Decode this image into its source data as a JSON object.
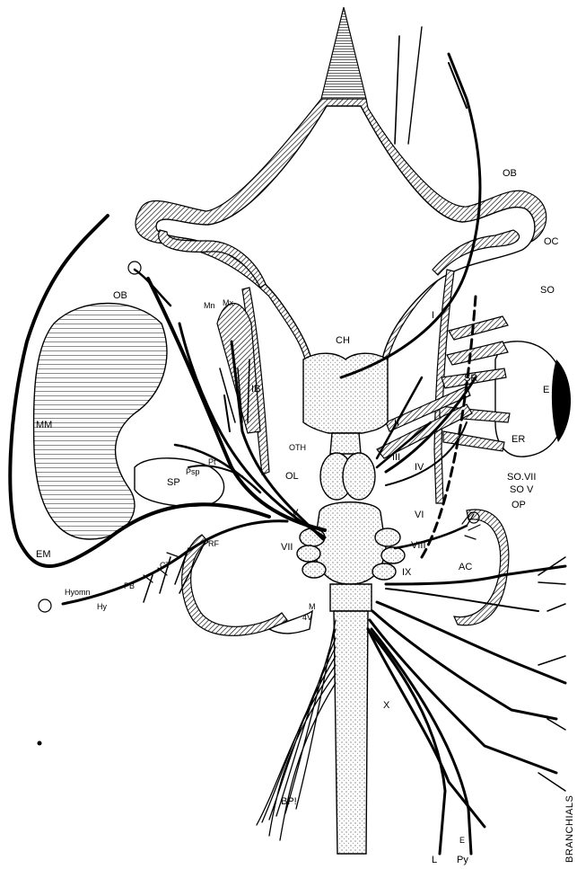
{
  "figure": {
    "labels": {
      "ob_top": "OB",
      "oc": "OC",
      "so": "SO",
      "ch": "CH",
      "e": "E",
      "er": "ER",
      "sr": "SR",
      "i": "I",
      "ii": "II",
      "iii": "III",
      "iv": "IV",
      "vi": "VI",
      "so_vii": "SO.VII",
      "so_v": "SO V",
      "op": "OP",
      "viii": "VIII",
      "ac": "AC",
      "ix": "IX",
      "x": "X",
      "ob_left": "OB",
      "mn": "Mn",
      "mx": "Mx",
      "ib": "IB",
      "mm": "MM",
      "pt": "Pt",
      "psp": "Psp",
      "sp": "SP",
      "oth": "OTH",
      "ol": "OL",
      "v": "V",
      "vii": "VII",
      "rf": "RF",
      "ct": "CT",
      "pb": "PB",
      "em": "EM",
      "hyomn": "Hyomn",
      "hy": "Hy",
      "m": "M",
      "four_v": "4V",
      "bpl": "BP!",
      "l": "L",
      "py": "Py",
      "e_small": "E",
      "branchials": "BRANCHIALS"
    },
    "colors": {
      "ink": "#000000",
      "paper": "#ffffff"
    }
  }
}
